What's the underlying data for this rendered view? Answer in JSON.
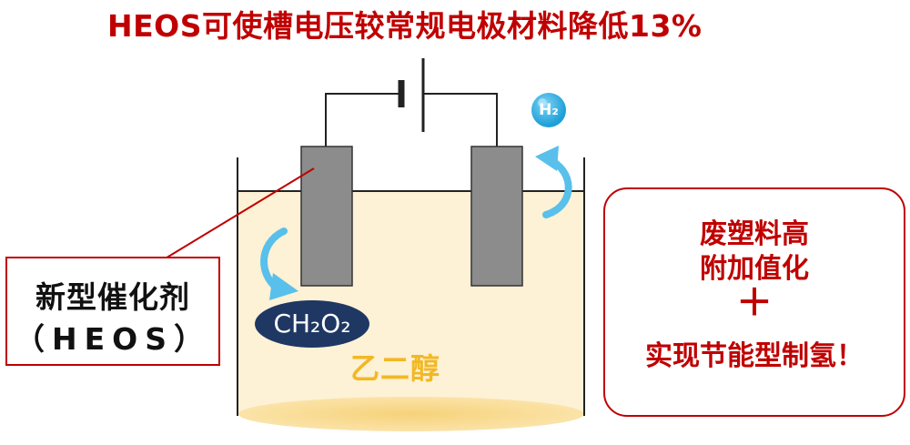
{
  "title": "HEOS可使槽电压较常规电极材料降低13%",
  "catalyst_label": {
    "line1": "新型催化剂",
    "line2": "（HEOS）"
  },
  "product_label": "CH₂O₂",
  "electrolyte_label": "乙二醇",
  "gas_label": "H₂",
  "benefits": {
    "line1": "废塑料高",
    "line2": "附加值化",
    "plus": "＋",
    "line3": "实现节能型制氢！"
  },
  "colors": {
    "accent": "#c00000",
    "electrolyte": "#fdf1d6",
    "electrode": "#8c8c8c",
    "arrow": "#58c0ea",
    "product_bubble": "#1f3763",
    "text_yellow": "#f2b824"
  },
  "icons": [
    "h2-bubble-icon",
    "curved-arrow-icon",
    "battery-symbol-icon"
  ]
}
